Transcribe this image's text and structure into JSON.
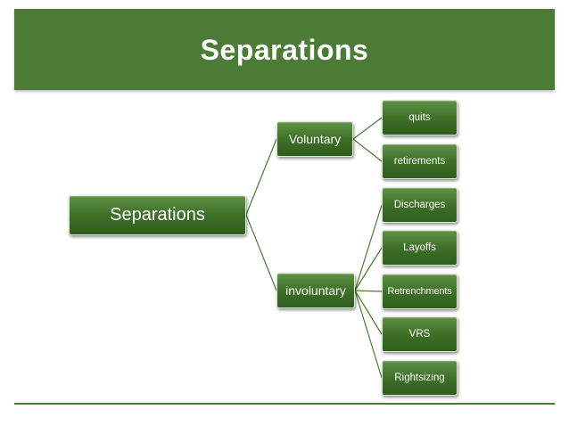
{
  "title": "Separations",
  "diagram": {
    "root": "Separations",
    "branches": [
      {
        "label": "Voluntary",
        "children": [
          "quits",
          "retirements"
        ]
      },
      {
        "label": "involuntary",
        "children": [
          "Discharges",
          "Layoffs",
          "Retrenchments",
          "VRS",
          "Rightsizing"
        ]
      }
    ]
  },
  "colors": {
    "header": "#4c7b36",
    "node_fill": "#3f7128",
    "connector": "#4c7b36",
    "text": "#ffffff"
  }
}
